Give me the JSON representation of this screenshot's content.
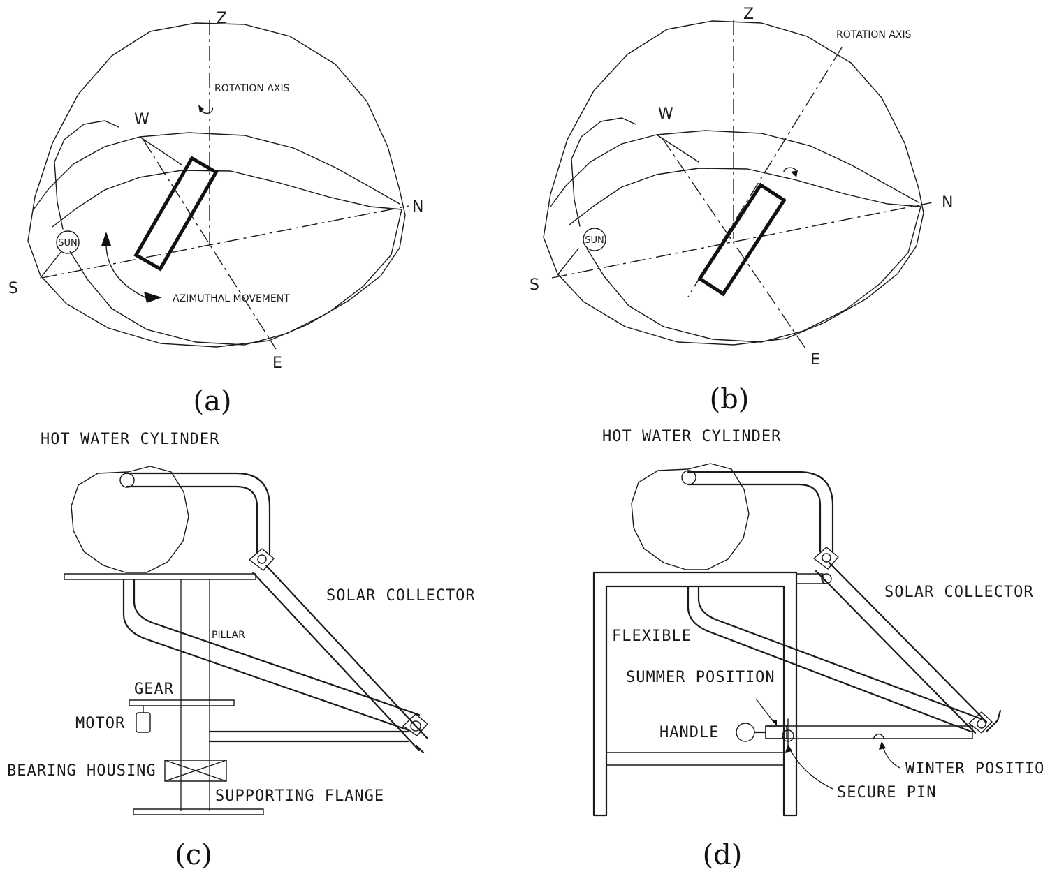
{
  "panels": {
    "a": {
      "caption": "(a)",
      "labels": {
        "z": "Z",
        "w": "W",
        "n": "N",
        "s": "S",
        "e": "E",
        "rotation_axis": "ROTATION AXIS",
        "azimuthal": "AZIMUTHAL MOVEMENT",
        "sun": "SUN"
      }
    },
    "b": {
      "caption": "(b)",
      "labels": {
        "z": "Z",
        "w": "W",
        "n": "N",
        "s": "S",
        "e": "E",
        "rotation_axis": "ROTATION AXIS",
        "sun": "SUN"
      }
    },
    "c": {
      "caption": "(c)",
      "labels": {
        "hot_water_cylinder": "HOT WATER CYLINDER",
        "solar_collector": "SOLAR COLLECTOR",
        "pillar": "PILLAR",
        "gear": "GEAR",
        "motor": "MOTOR",
        "bearing_housing": "BEARING HOUSING",
        "supporting_flange": "SUPPORTING FLANGE"
      }
    },
    "d": {
      "caption": "(d)",
      "labels": {
        "hot_water_cylinder": "HOT WATER CYLINDER",
        "solar_collector": "SOLAR COLLECTOR",
        "flexible": "FLEXIBLE",
        "summer_position": "SUMMER POSITION",
        "handle": "HANDLE",
        "winter_position": "WINTER POSITIO",
        "secure_pin": "SECURE PIN"
      }
    }
  }
}
